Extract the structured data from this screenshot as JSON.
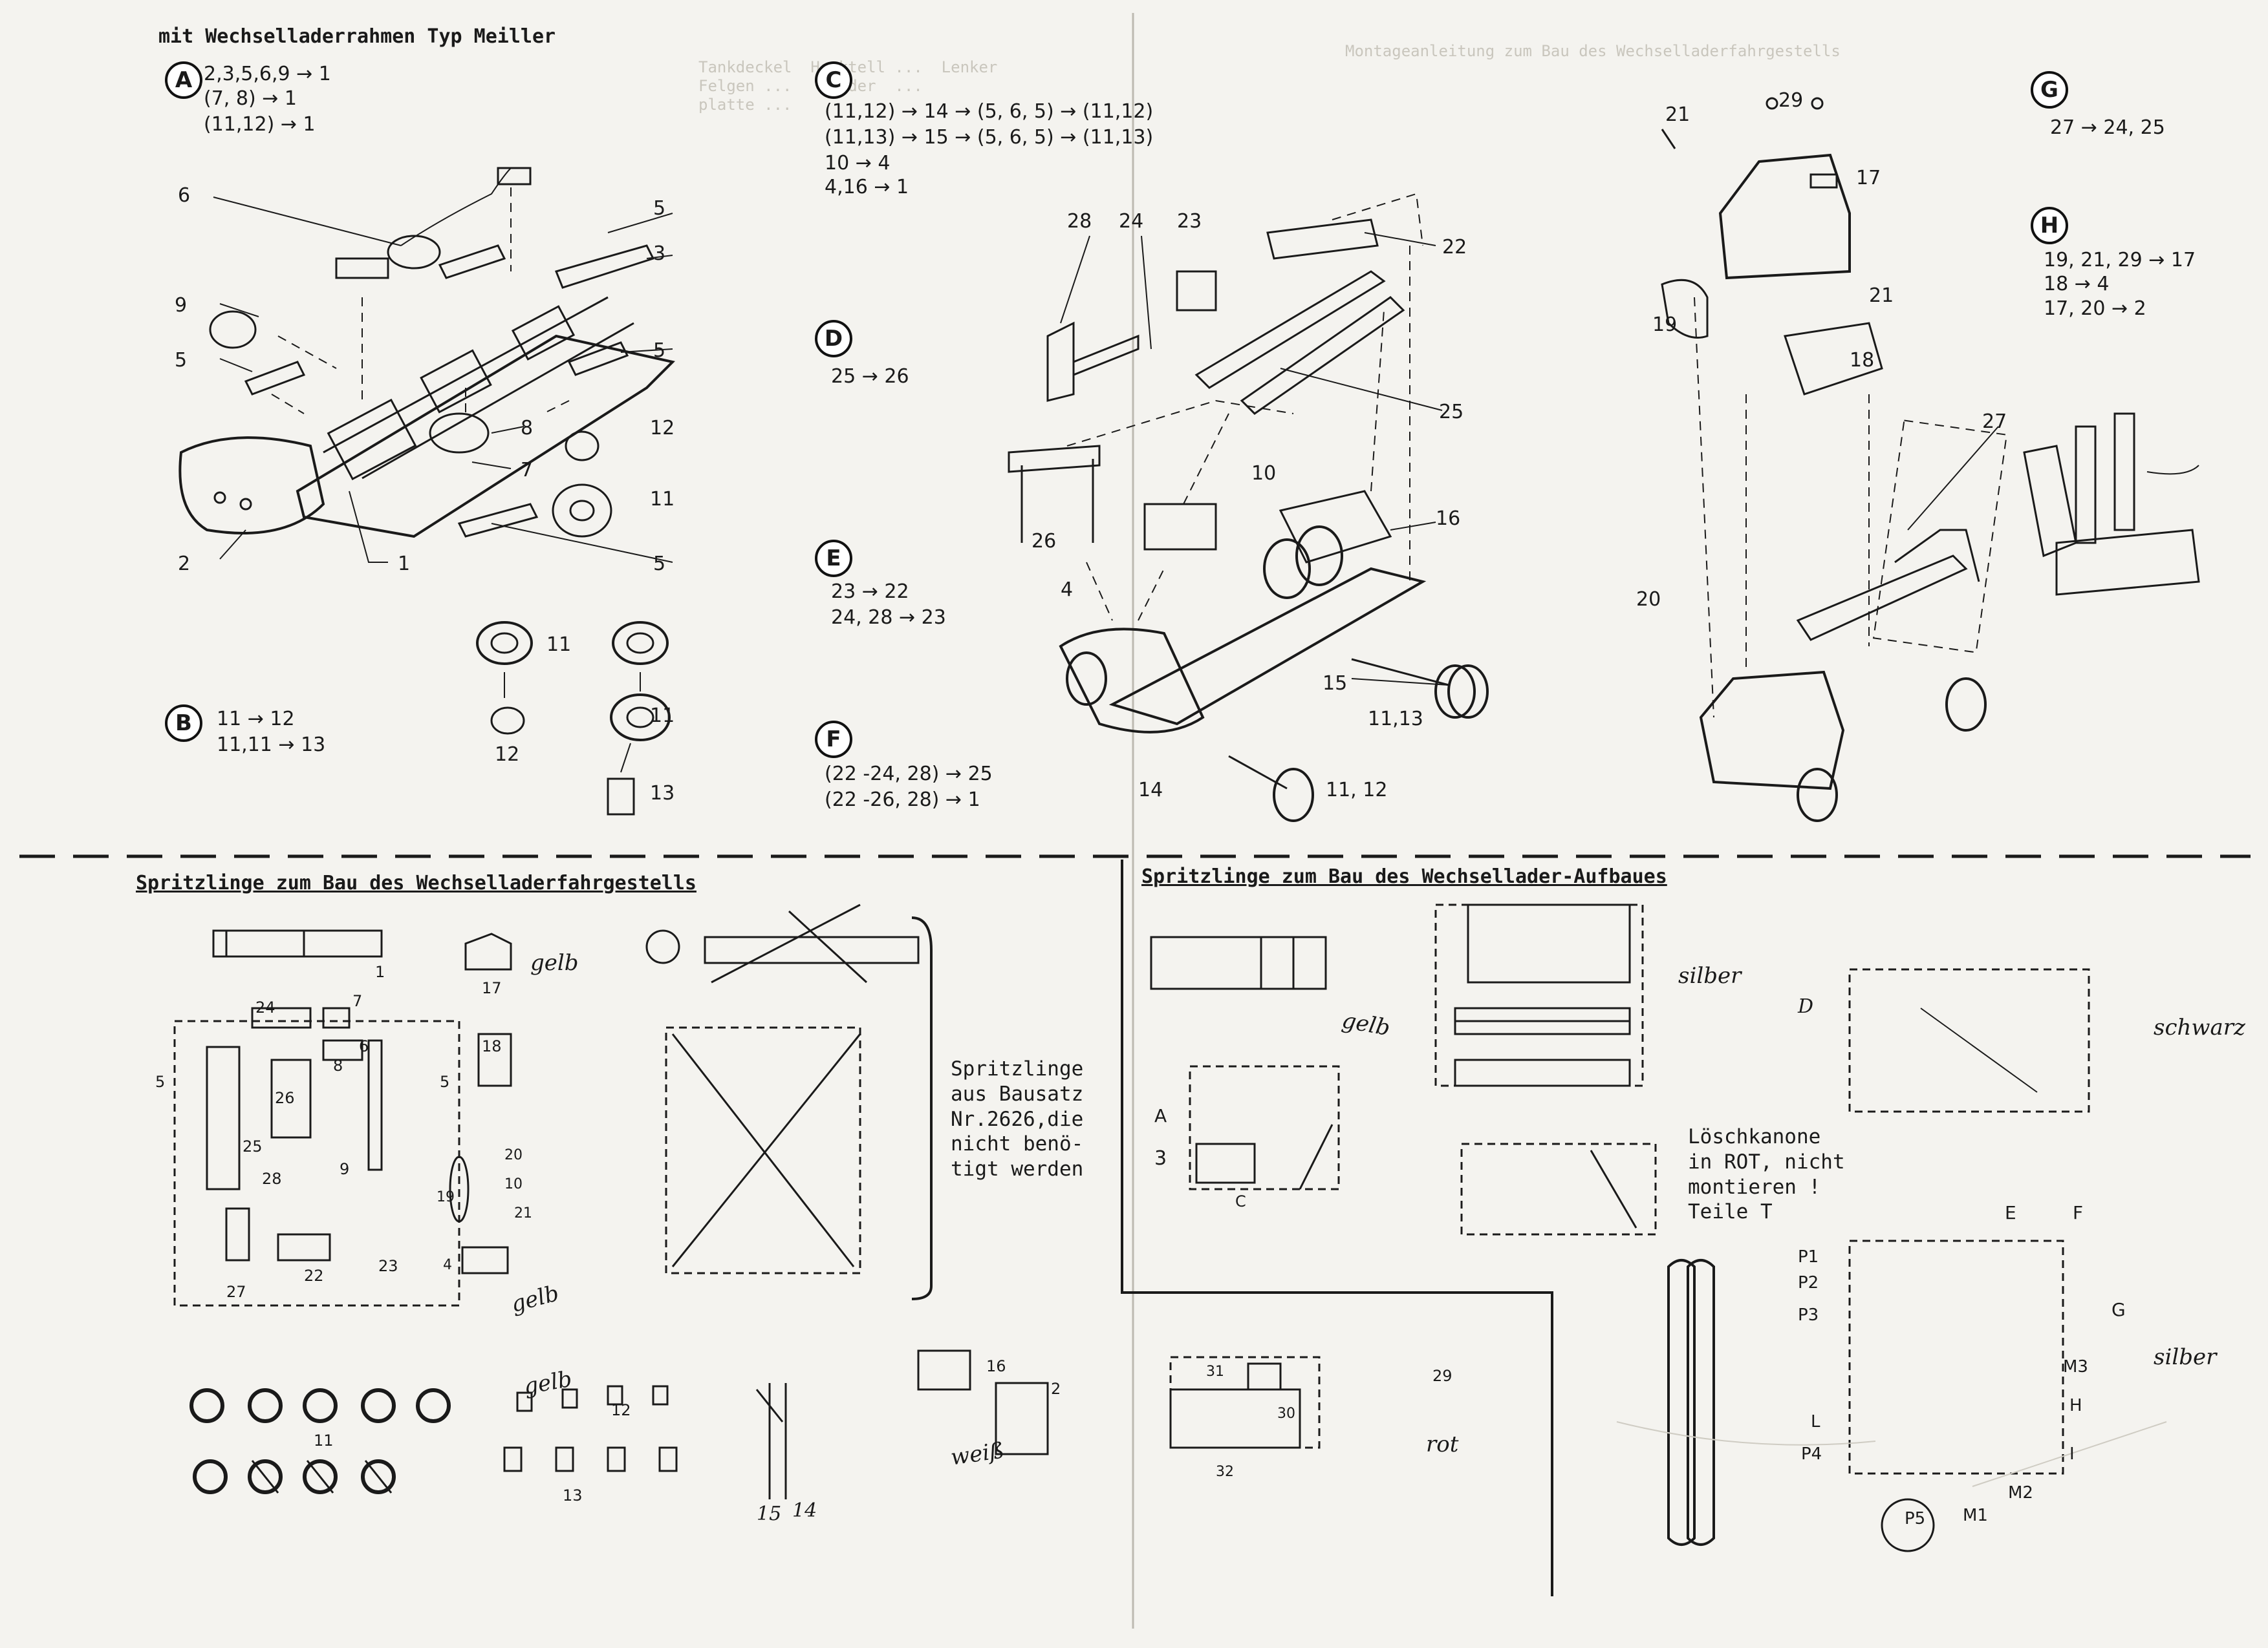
{
  "headings": {
    "top_left": "mit Wechselladerrahmen Typ Meiller",
    "chassis_sprues": "Spritzlinge zum Bau des Wechselladerfahrgestells",
    "body_sprues": "Spritzlinge zum Bau des Wechsellader-Aufbaues"
  },
  "steps": {
    "A": {
      "letter": "A",
      "lines": [
        "2,3,5,6,9 → 1",
        "(7, 8) → 1",
        "(11,12) → 1"
      ]
    },
    "B": {
      "letter": "B",
      "lines": [
        "11 → 12",
        "11,11 → 13"
      ]
    },
    "C": {
      "letter": "C",
      "lines": [
        "(11,12) → 14 → (5, 6, 5) → (11,12)",
        "(11,13) → 15 → (5, 6, 5) → (11,13)",
        "10 → 4",
        "4,16 → 1"
      ]
    },
    "D": {
      "letter": "D",
      "lines": [
        "25 → 26"
      ]
    },
    "E": {
      "letter": "E",
      "lines": [
        "23 → 22",
        "24, 28 → 23"
      ]
    },
    "F": {
      "letter": "F",
      "lines": [
        "(22 -24, 28) → 25",
        "(22 -26, 28) → 1"
      ]
    },
    "G": {
      "letter": "G",
      "lines": [
        "27 → 24, 25"
      ]
    },
    "H": {
      "letter": "H",
      "lines": [
        "19, 21, 29 → 17",
        "18 → 4",
        "17, 20 → 2"
      ]
    }
  },
  "callouts_a": [
    "6",
    "5",
    "3",
    "9",
    "5",
    "5",
    "8",
    "12",
    "7",
    "11",
    "2",
    "1",
    "5"
  ],
  "callouts_b": [
    "11",
    "11",
    "12",
    "13"
  ],
  "callouts_ce": [
    "28",
    "24",
    "23",
    "22",
    "25",
    "10",
    "26",
    "4",
    "16",
    "15",
    "11,13",
    "14",
    "11, 12"
  ],
  "callouts_gh": [
    "21",
    "29",
    "17",
    "21",
    "19",
    "18",
    "27",
    "20"
  ],
  "sprue_labels_chassis": [
    "1",
    "24",
    "7",
    "6",
    "8",
    "5",
    "26",
    "5",
    "25",
    "28",
    "9",
    "17",
    "18",
    "20",
    "10",
    "19",
    "21",
    "4",
    "22",
    "23",
    "27",
    "11",
    "12",
    "13",
    "16",
    "2",
    "15",
    "14"
  ],
  "sprue_labels_body": [
    "A",
    "3",
    "C",
    "D",
    "E",
    "F",
    "G",
    "P1",
    "P2",
    "P3",
    "M3",
    "H",
    "L",
    "P4",
    "P5",
    "M1",
    "M2",
    "I",
    "31",
    "30",
    "32",
    "29"
  ],
  "colors_handwritten": {
    "gelb1": "gelb",
    "gelb2": "gelb",
    "gelb3": "gelb",
    "gelb4": "gelb",
    "weiss": "weiß",
    "silber1": "silber",
    "silber2": "silber",
    "schwarz": "schwarz",
    "rot": "rot"
  },
  "side_note": "Spritzlinge\naus Bausatz\nNr.2626,die\nnicht benö-\ntigt werden",
  "loesch_note": "Löschkanone\nin ROT, nicht\nmontieren !\nTeile T",
  "colors": {
    "ink": "#1a1a1a",
    "paper": "#f4f3ef"
  }
}
